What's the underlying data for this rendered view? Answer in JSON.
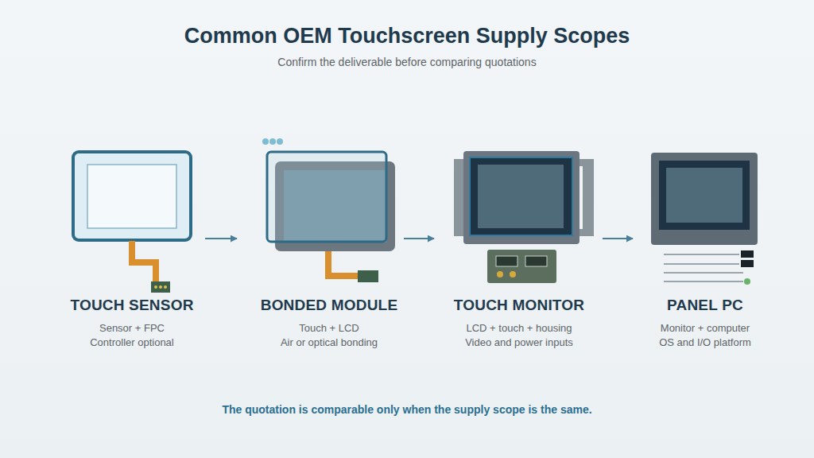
{
  "diagram": {
    "title": "Common OEM Touchscreen Supply Scopes",
    "caption": "The quotation is comparable only when the supply scope is the same.",
    "nodes": [
      {
        "text": [
          "TOUCH SENSOR",
          "Sensor + FPC",
          "Controller optional"
        ]
      },
      {
        "text": [
          "BONDED MODULE",
          "Touch + LCD",
          "Air or optical bonding"
        ]
      },
      {
        "text": [
          "TOUCH MONITOR",
          "LCD + touch + housing",
          "Video and power inputs"
        ]
      },
      {
        "text": [
          "PANEL PC",
          "Monitor + computer",
          "OS and I/O platform"
        ]
      }
    ],
    "edges": [
      {
        "from": 0,
        "to": 1,
        "arrow": "to"
      },
      {
        "from": 1,
        "to": 2,
        "arrow": "to"
      },
      {
        "from": 2,
        "to": 3,
        "arrow": "to"
      }
    ],
    "labels": [
      "Confirm the deliverable before comparing quotations"
    ]
  }
}
